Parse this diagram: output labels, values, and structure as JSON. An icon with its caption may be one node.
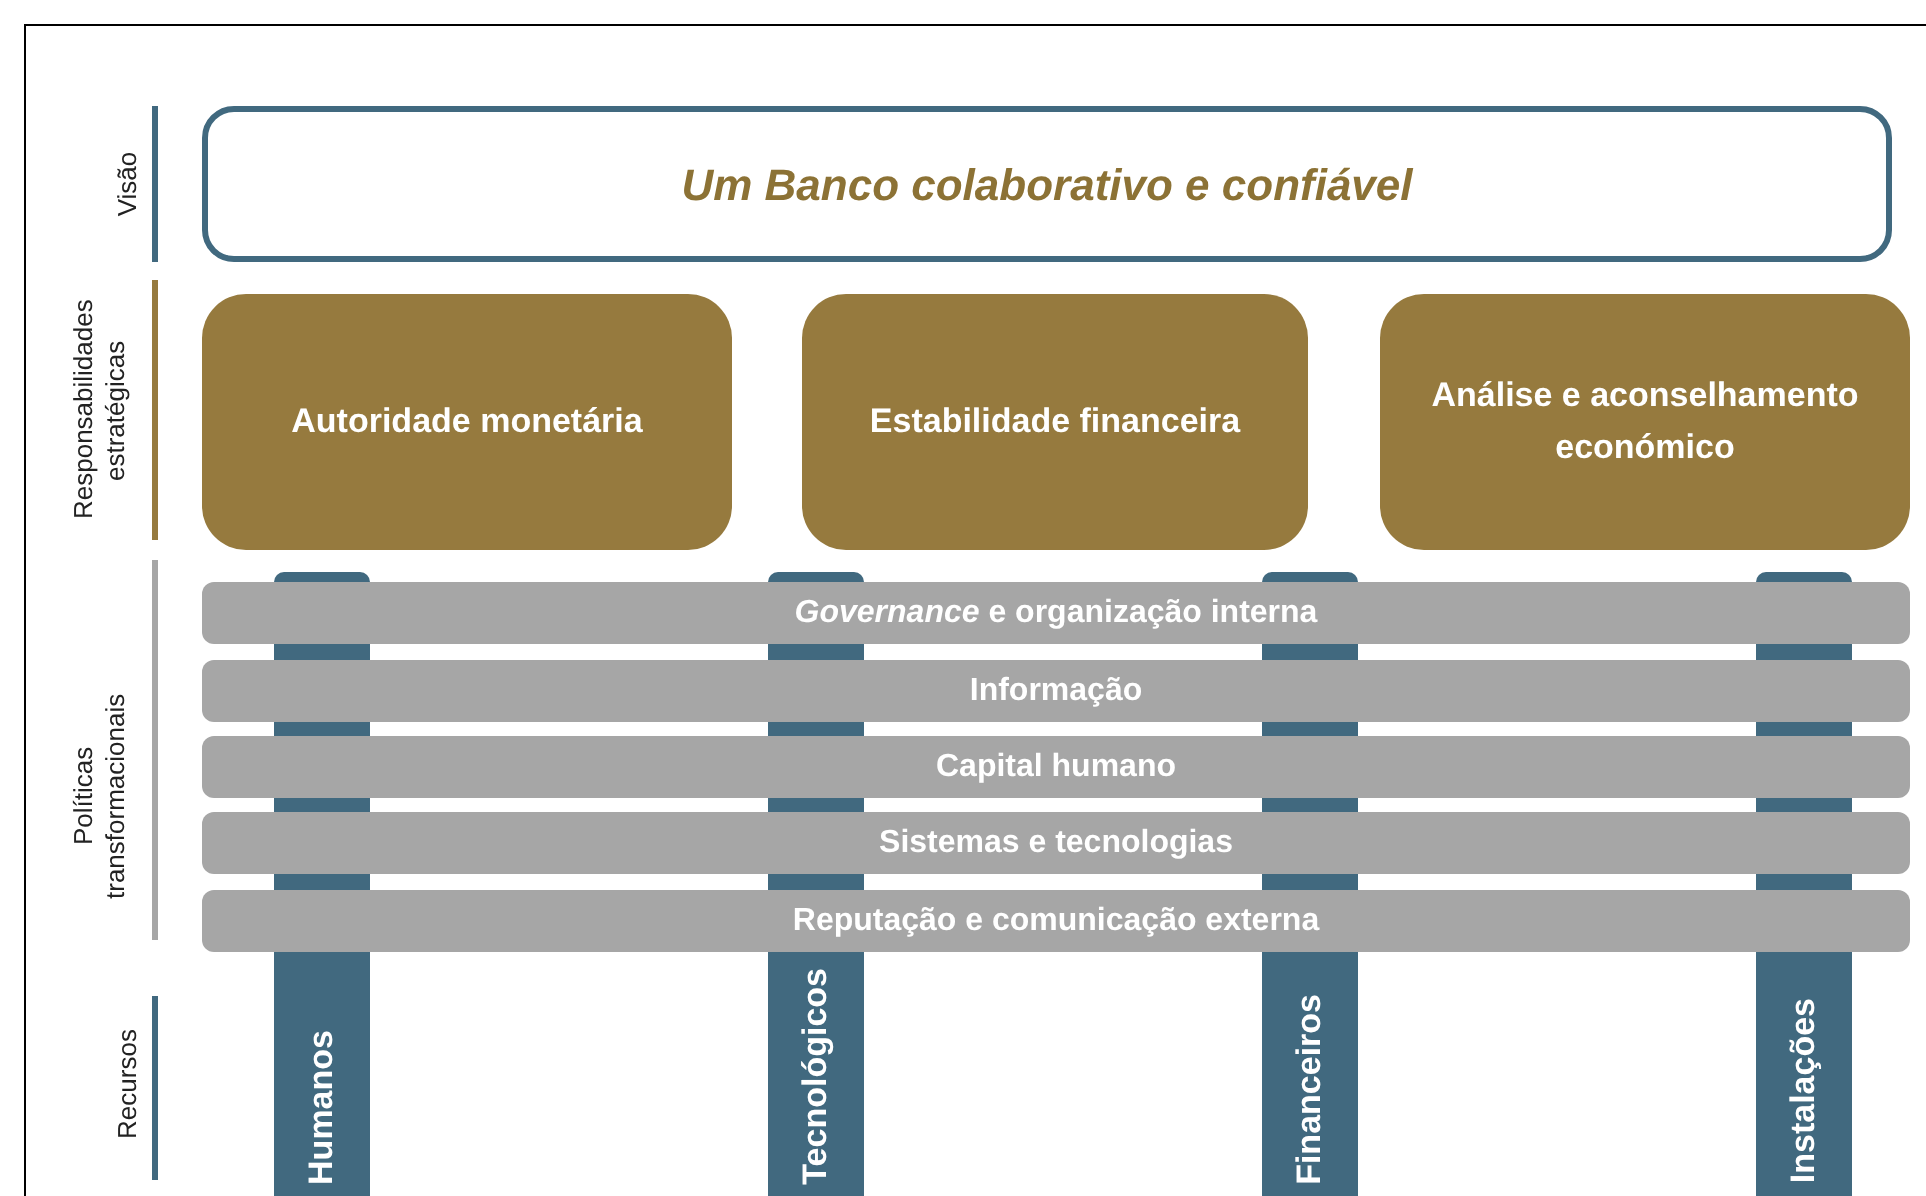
{
  "diagram": {
    "nodes": [
      {
        "text": [
          "Um Banco colaborativo e confiável"
        ]
      },
      {
        "text": [
          "Autoridade monetária"
        ]
      },
      {
        "text": [
          "Estabilidade financeira"
        ]
      },
      {
        "text": [
          "Análise e aconselhamento económico"
        ]
      },
      {
        "text": [
          "*Governance* e organização interna"
        ]
      },
      {
        "text": [
          "Informação"
        ]
      },
      {
        "text": [
          "Capital humano"
        ]
      },
      {
        "text": [
          "Sistemas e tecnologias"
        ]
      },
      {
        "text": [
          "Reputação e comunicação externa"
        ]
      },
      {
        "text": [
          "Humanos"
        ]
      },
      {
        "text": [
          "Tecnológicos"
        ]
      },
      {
        "text": [
          "Financeiros"
        ]
      },
      {
        "text": [
          "Instalações"
        ]
      }
    ],
    "labels": [
      "Visão",
      "Responsabilidades estratégicas",
      "Políticas transformacionais",
      "Recursos"
    ]
  }
}
